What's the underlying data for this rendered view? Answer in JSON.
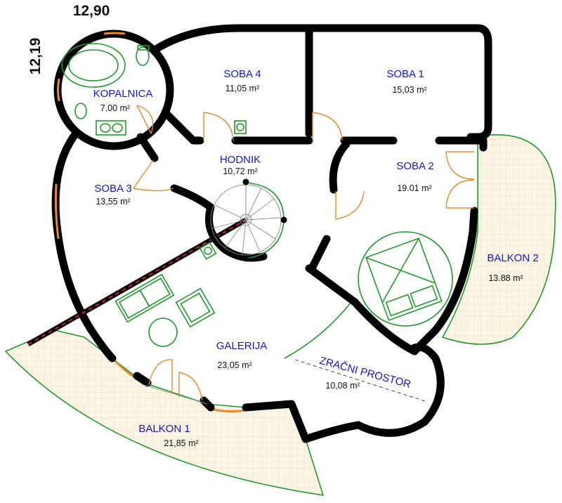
{
  "dimensions": {
    "width_label": "12,90",
    "height_label": "12,19"
  },
  "rooms": {
    "kopalnica": {
      "name": "KOPALNICA",
      "area": "7.00 m²"
    },
    "soba4": {
      "name": "SOBA 4",
      "area": "11,05 m²"
    },
    "soba1": {
      "name": "SOBA 1",
      "area": "15,03 m²"
    },
    "hodnik": {
      "name": "HODNIK",
      "area": "10,72 m²"
    },
    "soba2": {
      "name": "SOBA 2",
      "area": "19.01 m²"
    },
    "soba3": {
      "name": "SOBA 3",
      "area": "13,55 m²"
    },
    "balkon2": {
      "name": "BALKON 2",
      "area": "13.88 m²"
    },
    "galerija": {
      "name": "GALERIJA",
      "area": "23,05 m²"
    },
    "zracni_prostor": {
      "name": "ZRAČNI PROSTOR",
      "area": "10,08 m²"
    },
    "balkon1": {
      "name": "BALKON 1",
      "area": "21,85 m²"
    }
  },
  "colors": {
    "room_label": "#1414c8",
    "wall": "#000000",
    "door_window": "#e8892a",
    "furniture_balcony": "#1e9a2a"
  }
}
